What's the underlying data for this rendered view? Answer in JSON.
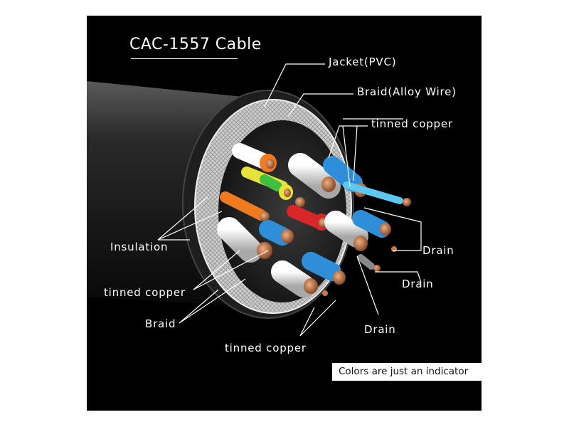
{
  "title": "CAC-1557 Cable",
  "labels": {
    "jacket": "Jacket(PVC)",
    "braid_alloy": "Braid(Alloy Wire)",
    "tinned_copper_top": "tinned copper",
    "insulation": "Insulation",
    "tinned_copper_left": "tinned copper",
    "braid": "Braid",
    "tinned_copper_bottom": "tinned copper",
    "drain_1": "Drain",
    "drain_2": "Drain",
    "drain_3": "Drain"
  },
  "note": "Colors are just an indicator",
  "colors": {
    "background": "#000000",
    "jacket": "#2b2b2b",
    "braid": "#d8d8d8",
    "insulation": "#f2f2f2",
    "copper": "#c8794a",
    "blue_wire": "#2e8fd8",
    "orange_wire": "#f07a1e",
    "green_wire": "#3fbf3f",
    "yellow_wire": "#e8e23a",
    "red_wire": "#d8262a",
    "purple_wire": "#b06ad8"
  }
}
